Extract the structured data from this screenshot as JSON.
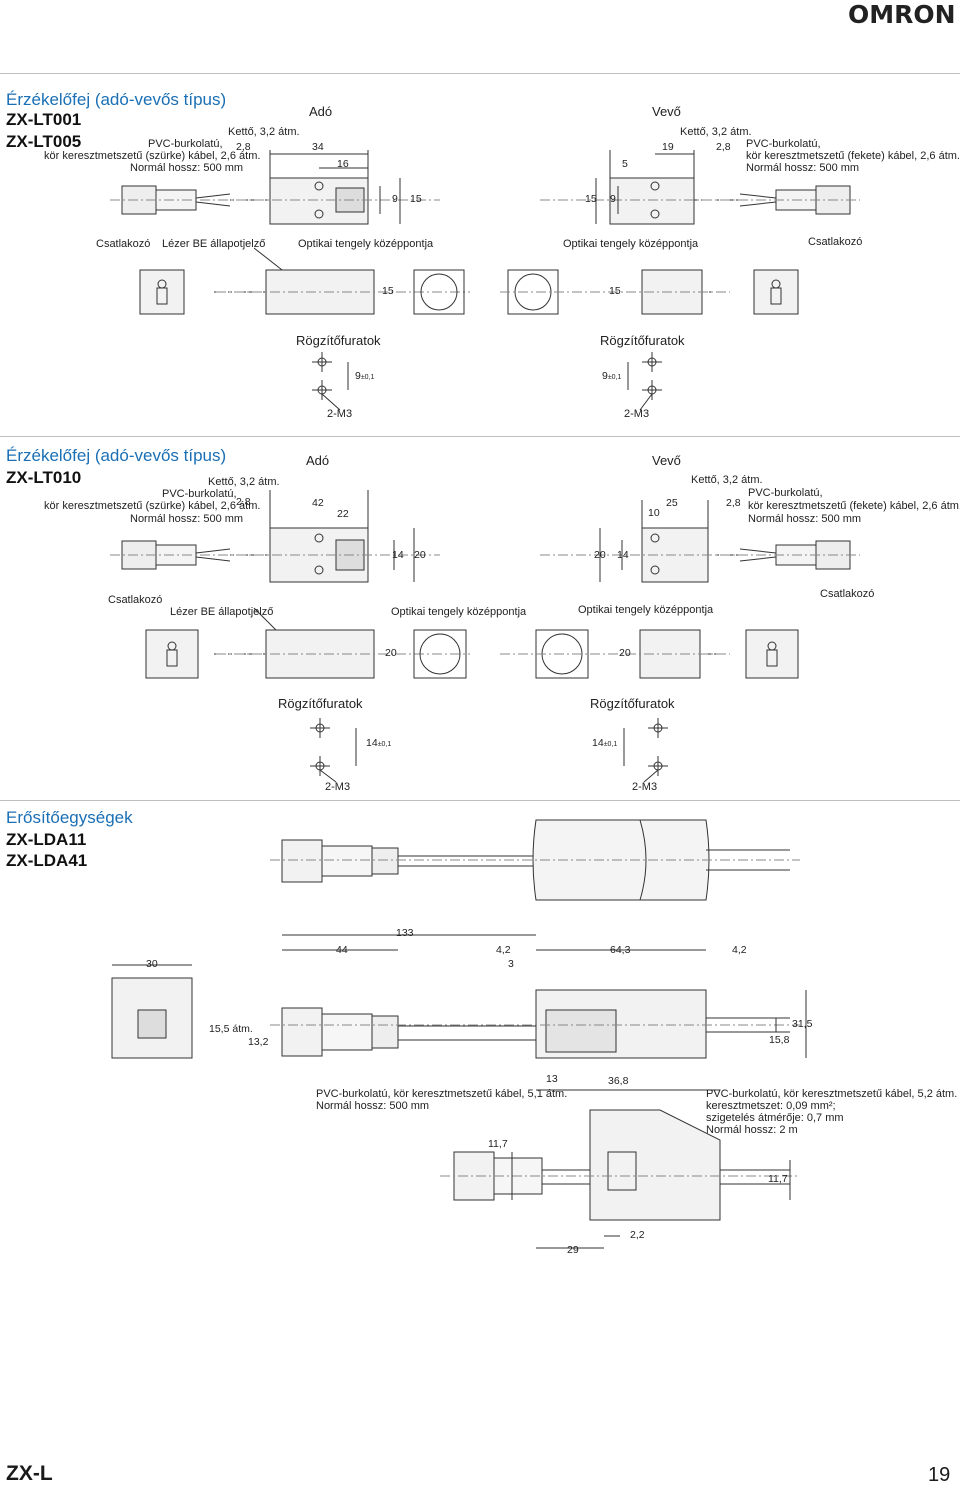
{
  "brand": {
    "logo": "OMRON"
  },
  "s1": {
    "title": "Érzékelőfej (adó-vevős típus)",
    "model_a": "ZX-LT001",
    "model_b": "ZX-LT005",
    "ado": "Adó",
    "vevo": "Vevő",
    "ketto_l": "Kettő, 3,2 átm.",
    "pvc_l1": "PVC-burkolatú,",
    "pvc_l2": "kör keresztmetszetű (szürke) kábel, 2,6 átm.",
    "pvc_l3": "Normál hossz: 500 mm",
    "ketto_r": "Kettő, 3,2 átm.",
    "pvc_r1": "PVC-burkolatú,",
    "pvc_r2": "kör keresztmetszetű (fekete) kábel, 2,6 átm.",
    "pvc_r3": "Normál hossz: 500 mm",
    "d_28l": "2,8",
    "d_34": "34",
    "d_16": "16",
    "d_19": "19",
    "d_28r": "2,8",
    "d_5": "5",
    "d_9a": "9",
    "d_15a": "15",
    "d_15b": "15",
    "d_9b": "9",
    "csatl_l": "Csatlakozó",
    "lezer": "Lézer BE állapotjelző",
    "opt_l": "Optikai tengely középpontja",
    "opt_r": "Optikai tengely középpontja",
    "csatl_r": "Csatlakozó",
    "d_15c": "15",
    "d_15d": "15",
    "rogz_l": "Rögzítőfuratok",
    "rogz_r": "Rögzítőfuratok",
    "tol_l_val": "9",
    "tol_l_sub": "±0,1",
    "tol_r_val": "9",
    "tol_r_sub": "±0,1",
    "m3_l": "2-M3",
    "m3_r": "2-M3"
  },
  "s2": {
    "title": "Érzékelőfej (adó-vevős típus)",
    "model": "ZX-LT010",
    "ado": "Adó",
    "vevo": "Vevő",
    "ketto_l": "Kettő, 3,2 átm.",
    "pvc_l1": "PVC-burkolatú,",
    "pvc_l2": "kör keresztmetszetű (szürke) kábel, 2,6 átm.",
    "pvc_l3": "Normál hossz: 500 mm",
    "ketto_r": "Kettő, 3,2 átm.",
    "pvc_r1": "PVC-burkolatú,",
    "pvc_r2": "kör keresztmetszetű (fekete) kábel, 2,6 átm.",
    "pvc_r3": "Normál hossz: 500 mm",
    "d_28l": "2,8",
    "d_42": "42",
    "d_22": "22",
    "d_25": "25",
    "d_28r": "2,8",
    "d_10": "10",
    "d_14a": "14",
    "d_20a": "20",
    "d_20b": "20",
    "d_14b": "14",
    "csatl_l": "Csatlakozó",
    "lezer": "Lézer BE állapotjelző",
    "opt_l": "Optikai tengely középpontja",
    "opt_r": "Optikai tengely középpontja",
    "csatl_r": "Csatlakozó",
    "d_20c": "20",
    "d_20d": "20",
    "rogz_l": "Rögzítőfuratok",
    "rogz_r": "Rögzítőfuratok",
    "tol_l_val": "14",
    "tol_l_sub": "±0,1",
    "tol_r_val": "14",
    "tol_r_sub": "±0,1",
    "m3_l": "2-M3",
    "m3_r": "2-M3"
  },
  "s3": {
    "title": "Erősítőegységek",
    "model_a": "ZX-LDA11",
    "model_b": "ZX-LDA41",
    "d_133": "133",
    "d_44": "44",
    "d_42": "4,2",
    "d_3": "3",
    "d_643": "64,3",
    "d_42b": "4,2",
    "d_30": "30",
    "d_155": "15,5 átm.",
    "d_132": "13,2",
    "d_315": "31,5",
    "d_158": "15,8",
    "d_13": "13",
    "d_368": "36,8",
    "pvc_a1": "PVC-burkolatú, kör keresztmetszetű kábel, 5,1 átm.",
    "pvc_a2": "Normál hossz: 500 mm",
    "pvc_b1": "PVC-burkolatú, kör keresztmetszetű kábel, 5,2 átm.",
    "pvc_b2": "keresztmetszet: 0,09 mm²;",
    "pvc_b3": "szigetelés átmérője: 0,7 mm",
    "pvc_b4": "Normál hossz: 2 m",
    "d_117a": "11,7",
    "d_117b": "11,7",
    "d_22": "2,2",
    "d_29": "29"
  },
  "footer": {
    "left": "ZX-L",
    "page": "19"
  }
}
